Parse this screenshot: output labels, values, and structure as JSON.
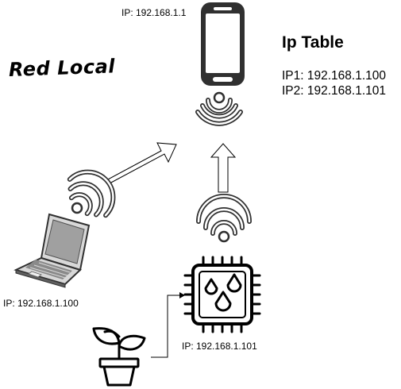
{
  "labels": {
    "phone_ip": "IP: 192.168.1.1",
    "laptop_ip": "IP: 192.168.1.100",
    "chip_ip": "IP: 192.168.1.101",
    "network_title": "Red Local"
  },
  "ip_table": {
    "title": "Ip Table",
    "rows": [
      "IP1: 192.168.1.100",
      "IP2: 192.168.1.101"
    ]
  },
  "icons": {
    "phone": "smartphone-icon",
    "phone_wifi": "wifi-icon",
    "laptop": "laptop-icon",
    "laptop_wifi": "wifi-icon",
    "chip": "microchip-water-icon",
    "chip_wifi": "wifi-icon",
    "plant": "potted-plant-icon"
  },
  "colors": {
    "icon_fill": "#303030",
    "line": "#000000",
    "background": "#ffffff"
  }
}
